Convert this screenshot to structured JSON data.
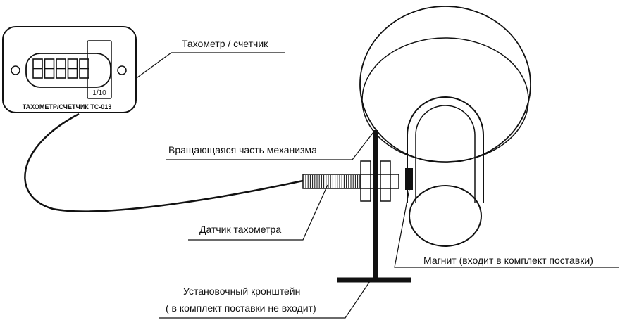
{
  "device": {
    "name": "ТАХОМЕТР/СЧЕТЧИК ТС-013",
    "ratio": "1/10",
    "digit_count": 5
  },
  "labels": {
    "tachometer": "Тахометр / счетчик",
    "rotating_part": "Вращающаяся часть механизма",
    "sensor": "Датчик тахометра",
    "magnet": "Магнит (входит в комплект поставки)",
    "bracket_line1": "Установочный кронштейн",
    "bracket_line2": "( в комплект поставки не входит)"
  }
}
